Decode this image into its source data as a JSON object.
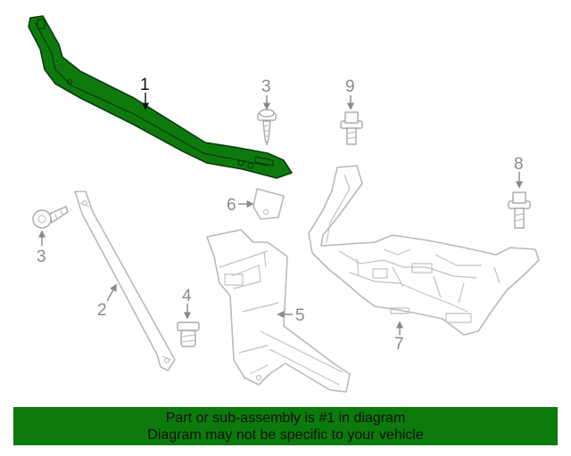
{
  "callouts": {
    "c1": "1",
    "c2": "2",
    "c3a": "3",
    "c3b": "3",
    "c4": "4",
    "c5": "5",
    "c6": "6",
    "c7": "7",
    "c8": "8",
    "c9": "9"
  },
  "highlighted_part": "1",
  "colors": {
    "highlight": "#0e7a0e",
    "footer_bg": "#0c7a0c",
    "outline": "#b9b9b9"
  },
  "footer": {
    "line1": "Part or sub-assembly is #1 in diagram",
    "line2": "Diagram may not be specific to your vehicle"
  }
}
